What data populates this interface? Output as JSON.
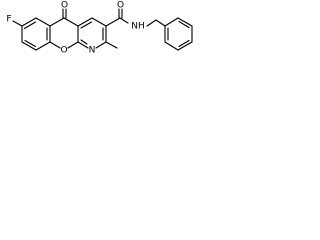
{
  "structure": {
    "atoms": {
      "fluorine": "F",
      "ketone_oxygen": "O",
      "ring_oxygen": "O",
      "pyridine_nitrogen": "N",
      "amide_oxygen": "O",
      "amide_nh": "NH"
    }
  },
  "colors": {
    "bond": "#000000",
    "label": "#000000",
    "background": "#ffffff"
  }
}
